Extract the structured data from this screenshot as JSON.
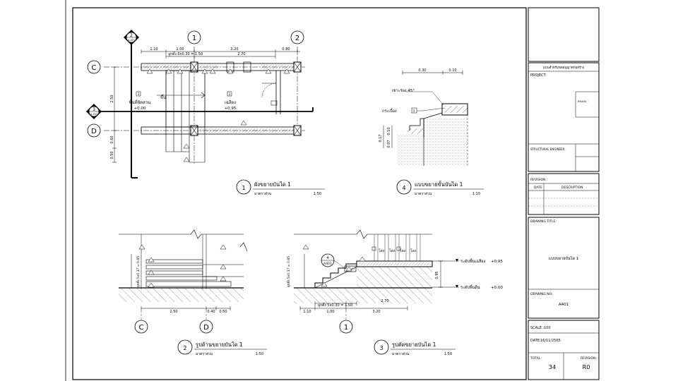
{
  "sheet": {
    "company": "แบบสำหรับขออนุญาตก่อสร้าง",
    "project_label": "PROJECT:",
    "project_note": "ส่งแบบ :",
    "structural_engineer_label": "STRUCTURAL ENGINEER:",
    "revision_label": "REVISION :",
    "revision_columns": [
      "DATE",
      "DESCRIPTION"
    ],
    "drawing_title_label": "DRAWING TITLE:",
    "drawing_title": "แบบขยายบันได 1",
    "drawing_no_label": "DRAWING NO:",
    "drawing_no": "A401",
    "scale_label": "SCALE :",
    "scale_value": "100",
    "date_label": "DATE:",
    "date_value": "16/11/2565",
    "total_label": "TOTAL:",
    "total_value": "34",
    "revision_no_label": "REVISION:",
    "revision_no_value": "R0"
  },
  "details": [
    {
      "number": "1",
      "title": "ผังขยายบันได 1",
      "subtitle": "มาตราส่วน",
      "scale": "1:50"
    },
    {
      "number": "2",
      "title": "รูปด้านขยายบันได 1",
      "subtitle": "มาตราส่วน",
      "scale": "1:50"
    },
    {
      "number": "3",
      "title": "รูปตัดขยายบันได 1",
      "subtitle": "มาตราส่วน",
      "scale": "1:50"
    },
    {
      "number": "4",
      "title": "แบบขยายขั้นบันได 1",
      "subtitle": "มาตราส่วน",
      "scale": "1:10"
    }
  ],
  "plan": {
    "grid_top": [
      "1",
      "2"
    ],
    "grid_left": [
      "C",
      "D"
    ],
    "section_marks": [
      {
        "num": "2",
        "ref": "A-401"
      },
      {
        "num": "3",
        "ref": "A-401"
      }
    ],
    "dims_top": [
      "1.10",
      "1.00",
      "3.20",
      "0.80"
    ],
    "dim_270": "2.70",
    "stair_note": "ลูกตั้ง 5x0.30 = 1.50",
    "dim_250": "2.50",
    "dim_left_small": [
      "0.60",
      "0.50"
    ],
    "room_left": "พื้นที่จัดสวน",
    "level_left": "+0.00",
    "up_label": "ขึ้น",
    "room_right": "เฉลียง",
    "level_right": "+0.95",
    "tags": [
      "3",
      "1",
      "2",
      "3",
      "4",
      "5"
    ]
  },
  "step_detail": {
    "dims": [
      "0.30",
      "0.10"
    ],
    "dims_v": [
      "0.17",
      "0.10",
      "0.07"
    ],
    "note_chamfer": "เซาะร่อง 45°",
    "note_tile": "กระเบื้อง",
    "tag": "3"
  },
  "elevation": {
    "riser_note": "ลูกตั้ง 5x0.17 = 0.85",
    "dims": [
      "2.50",
      "0.40",
      "0.50"
    ],
    "grids": [
      "C",
      "D"
    ],
    "tags": [
      "5",
      "1",
      "5",
      "1",
      "1",
      "5",
      "5"
    ]
  },
  "section": {
    "riser_note": "ลูกตั้ง 5x0.17 = 0.85",
    "stair_note": "ลูกตั้ง 5x0.30 = 1.50",
    "level_top": "ระดับพื้นเฉลียง",
    "level_top_value": "+0.95",
    "level_bottom": "ระดับพื้นดิน",
    "level_bottom_value": "+0.00",
    "dim_v": "0.95",
    "dims": [
      "1.10",
      "1.00",
      "3.20"
    ],
    "dim_270": "2.70",
    "grid": "1",
    "callout_num": "4",
    "callout_ref": "A401",
    "glass_label": "โล่ง",
    "tags": [
      "5",
      "3",
      "1",
      "1"
    ]
  }
}
